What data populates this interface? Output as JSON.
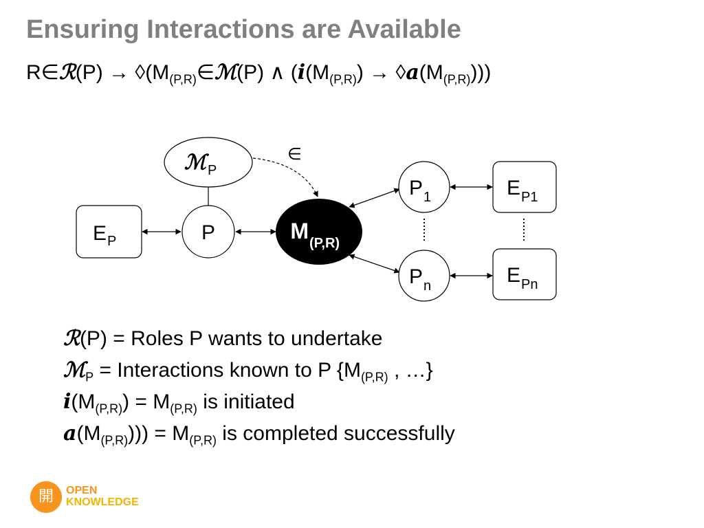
{
  "title": "Ensuring Interactions are Available",
  "formula": {
    "r": "R",
    "in1": "∈",
    "script_r": "ℛ",
    "p_arrow": "(P) → ◊(M",
    "sub_pr1": "(P,R)",
    "in2": "∈",
    "script_m": "ℳ",
    "p_and": "(P) ∧ (",
    "i": "i",
    "m2": "(M",
    "sub_pr2": "(P,R)",
    "arrow2": ") → ◊",
    "a": "a",
    "m3": "(M",
    "sub_pr3": "(P,R)",
    "close": ")))"
  },
  "diagram": {
    "mp_script": "ℳ",
    "mp_sub": "P",
    "element_of": "∈",
    "ep": "E",
    "ep_sub": "P",
    "p": "P",
    "m_main": "M",
    "m_sub": "(P,R)",
    "p1": "P",
    "p1_sub": "1",
    "pn": "P",
    "pn_sub": "n",
    "ep1": "E",
    "ep1_sub": "P1",
    "epn": "E",
    "epn_sub": "Pn"
  },
  "definitions": {
    "line1": {
      "sym": "ℛ",
      "rest": "(P) = Roles P wants to undertake"
    },
    "line2": {
      "sym": "ℳ",
      "sub": "P",
      "rest": " = Interactions known to P {M",
      "sub2": "(P,R)",
      "tail": " , …}"
    },
    "line3": {
      "sym": "i",
      "a": "(M",
      "sub": "(P,R)",
      "b": ") = M",
      "sub2": "(P,R)",
      "c": " is initiated"
    },
    "line4": {
      "sym": "a",
      "a": "(M",
      "sub": "(P,R)",
      "b": "))) = M",
      "sub2": "(P,R)",
      "c": " is completed successfully"
    }
  },
  "logo": {
    "glyph": "開",
    "line1": "OPEN",
    "line2": "KNOWLEDGE"
  },
  "colors": {
    "title": "#808080",
    "logo_orange": "#f7941d",
    "logo_yellow": "#f2b500"
  }
}
